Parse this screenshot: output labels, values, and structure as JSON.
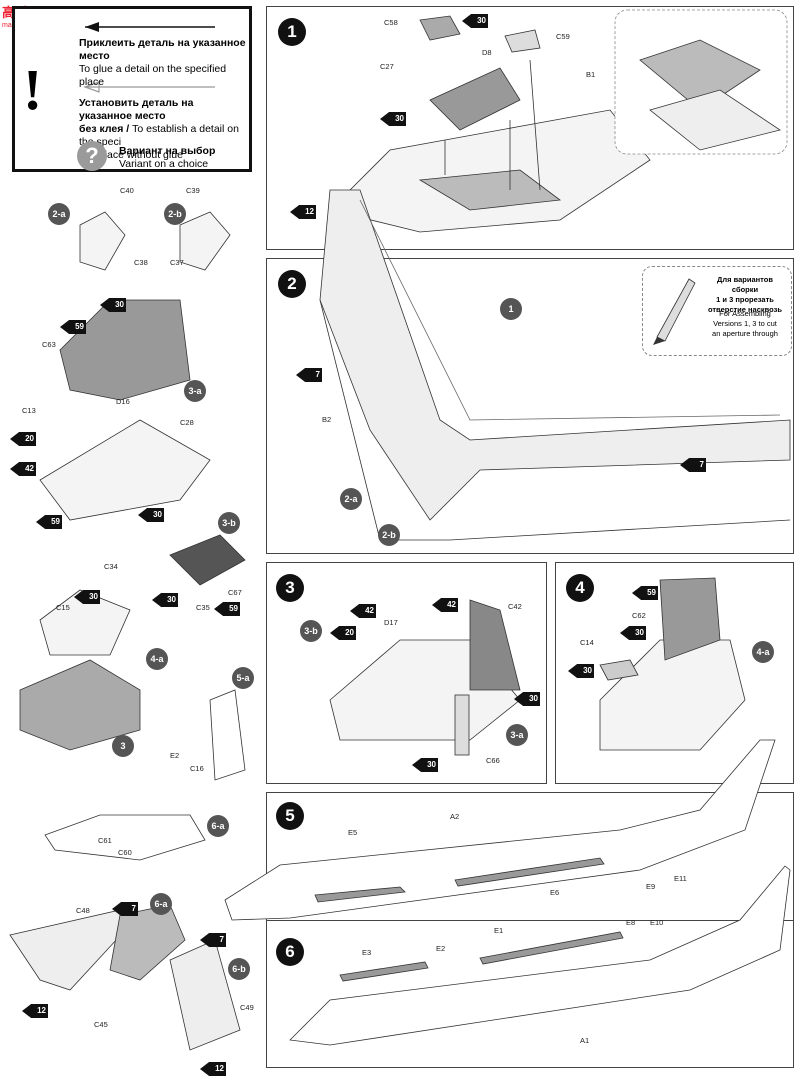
{
  "watermark": {
    "brand": "高手网",
    "url": "man-shou.com"
  },
  "legend": {
    "mark": "!",
    "glue_ru": "Приклеить деталь на указанное место",
    "glue_en": "To glue a detail on the specified place",
    "noglue_ru": "Установить деталь на указанное место",
    "noglue_ru2": "без клея /",
    "noglue_en": "To establish a detail on the speci",
    "noglue_en2": "fied place without glue",
    "choice_icon": "?",
    "choice_ru": "Вариант на выбор",
    "choice_en": "Variant on a choice"
  },
  "steps": {
    "s1": "1",
    "s2": "2",
    "s3": "3",
    "s4": "4",
    "s5": "5",
    "s6": "6"
  },
  "subs": {
    "s2a": "2-a",
    "s2b": "2-b",
    "s3a": "3-a",
    "s3b": "3-b",
    "s4a": "4-a",
    "s5a": "5-a",
    "s6a": "6-a",
    "s6b": "6-b",
    "p1": "1",
    "p3": "3",
    "s2a_2": "2-a",
    "s2b_2": "2-b",
    "s3b_3": "3-b",
    "s3a_3": "3-a",
    "s4a_4": "4-a",
    "s6a_6": "6-a"
  },
  "paints": {
    "c30": "30",
    "c59": "59",
    "c20": "20",
    "c42": "42",
    "c12": "12",
    "c7": "7"
  },
  "labels": {
    "C40": "C40",
    "C39": "C39",
    "C38": "C38",
    "C37": "C37",
    "C63": "C63",
    "D16": "D16",
    "C13": "C13",
    "C28": "C28",
    "C34": "C34",
    "C35": "C35",
    "C67": "C67",
    "C15": "C15",
    "E2": "E2",
    "C16": "C16",
    "C61": "C61",
    "C60": "C60",
    "C48": "C48",
    "C45": "C45",
    "C49": "C49",
    "C58": "C58",
    "D8": "D8",
    "C59": "C59",
    "C27": "C27",
    "B1": "B1",
    "B2": "B2",
    "D17": "D17",
    "C42": "C42",
    "C66": "C66",
    "C62": "C62",
    "C14": "C14",
    "A2": "A2",
    "E5": "E5",
    "E6": "E6",
    "E9": "E9",
    "E11": "E11",
    "E3": "E3",
    "E1": "E1",
    "E8": "E8",
    "E10": "E10",
    "A1": "A1",
    "E2b": "E2"
  },
  "note": {
    "ru1": "Для вариантов сборки",
    "ru2": "1 и 3 прорезать",
    "ru3": "отверстие насквозь",
    "en1": "For Assembling",
    "en2": "Versions 1, 3 to cut",
    "en3": "an aperture through"
  },
  "colors": {
    "ink": "#111111",
    "part_gray": "#9a9a9a",
    "dark_part": "#555555"
  }
}
